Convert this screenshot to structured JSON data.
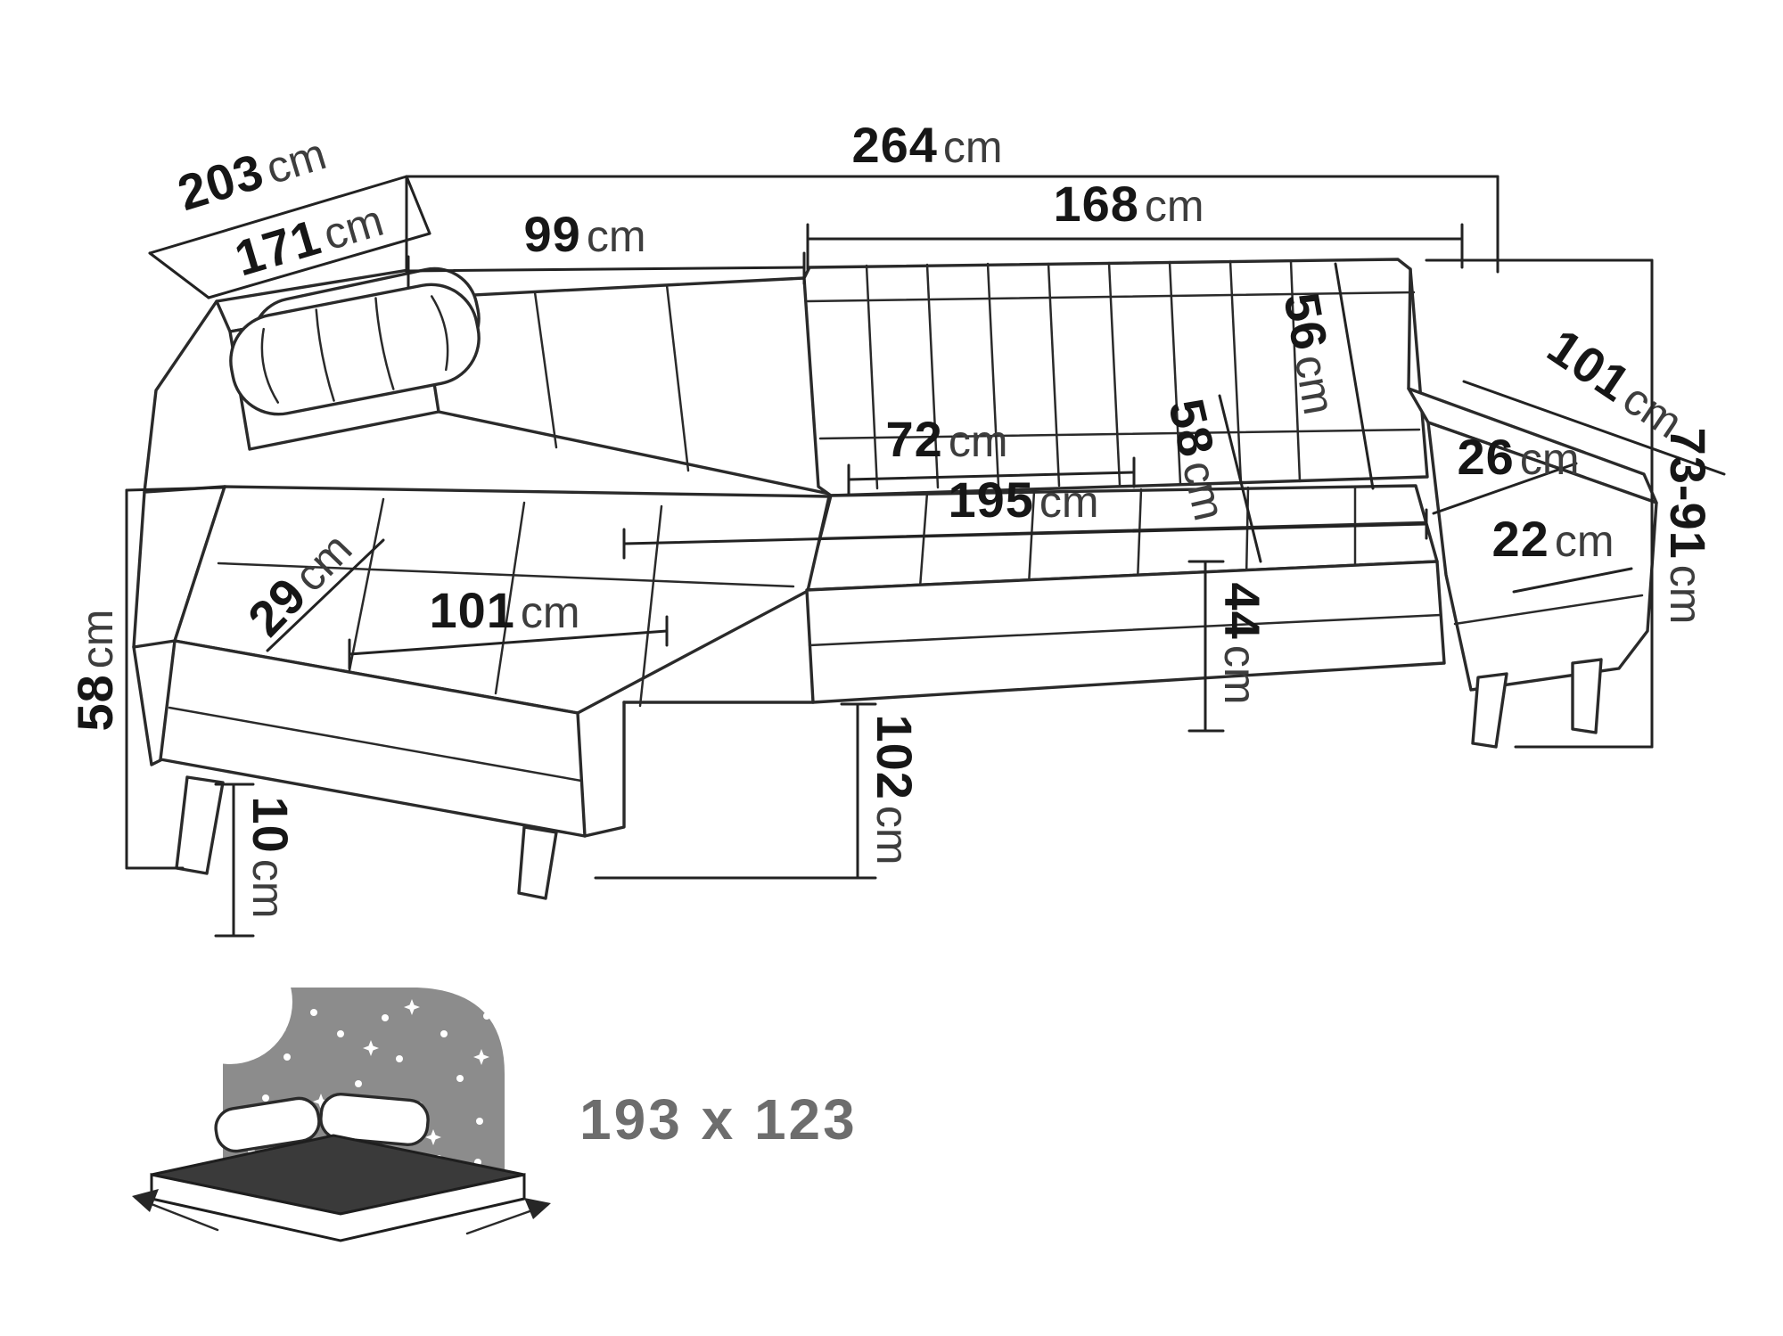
{
  "diagram": {
    "type": "furniture-dimension-diagram",
    "subject": "corner sofa bed with sleeping function",
    "unit": "cm",
    "colors": {
      "line": "#2a2a2a",
      "muted_label": "#6d6d6d",
      "icon_background": "#8c8c8c"
    },
    "dims": {
      "total_width": {
        "value": "264",
        "unit": "cm"
      },
      "total_depth": {
        "value": "203",
        "unit": "cm"
      },
      "inner_depth": {
        "value": "171",
        "unit": "cm"
      },
      "corner_back_width": {
        "value": "99",
        "unit": "cm"
      },
      "seat_front_width": {
        "value": "168",
        "unit": "cm"
      },
      "backrest_height": {
        "value": "56",
        "unit": "cm"
      },
      "armrest_length": {
        "value": "101",
        "unit": "cm"
      },
      "armrest_top_width": {
        "value": "26",
        "unit": "cm"
      },
      "overall_height": {
        "value": "73-91",
        "unit": "cm"
      },
      "back_cushion_depth": {
        "value": "72",
        "unit": "cm"
      },
      "seat_depth": {
        "value": "58",
        "unit": "cm"
      },
      "seat_width": {
        "value": "195",
        "unit": "cm"
      },
      "armrest_front_width": {
        "value": "22",
        "unit": "cm"
      },
      "side_height": {
        "value": "58",
        "unit": "cm"
      },
      "cushion_height": {
        "value": "29",
        "unit": "cm"
      },
      "chaise_seat_width": {
        "value": "101",
        "unit": "cm"
      },
      "seat_height": {
        "value": "44",
        "unit": "cm"
      },
      "leg_height": {
        "value": "10",
        "unit": "cm"
      },
      "chaise_front_depth": {
        "value": "102",
        "unit": "cm"
      }
    },
    "sleeping_area": {
      "label": "193 x 123"
    }
  }
}
